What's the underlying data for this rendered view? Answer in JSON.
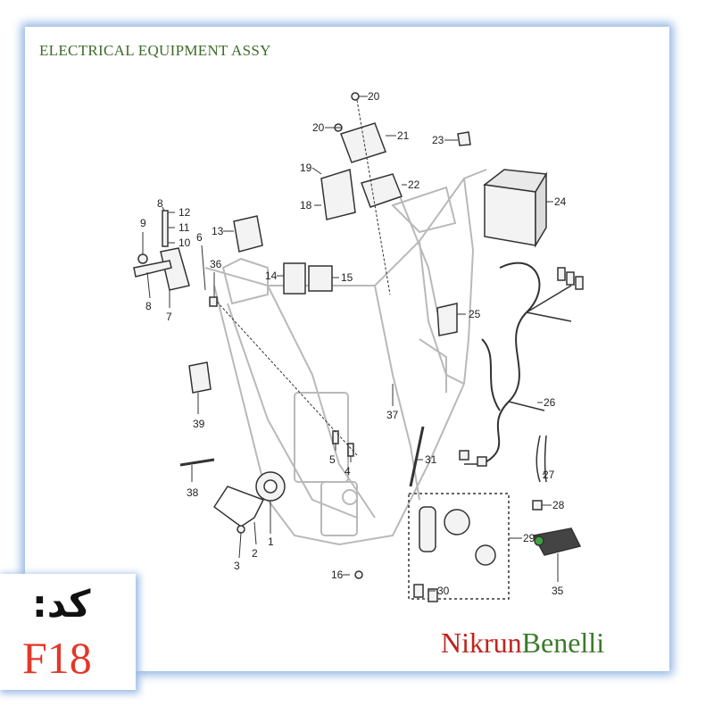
{
  "title": "ELECTRICAL EQUIPMENT ASSY",
  "code": {
    "label": "کد:",
    "value": "F18"
  },
  "brand": {
    "part1": "Nikrun",
    "part2": "Benelli"
  },
  "callouts": [
    "1",
    "2",
    "3",
    "4",
    "5",
    "6",
    "7",
    "8",
    "8",
    "9",
    "10",
    "11",
    "12",
    "13",
    "14",
    "15",
    "16",
    "18",
    "19",
    "20",
    "20",
    "21",
    "22",
    "23",
    "24",
    "25",
    "26",
    "27",
    "28",
    "29",
    "30",
    "31",
    "35",
    "36",
    "37",
    "38",
    "39"
  ],
  "colors": {
    "title": "#3e6b2a",
    "code_value": "#e2382a",
    "brand_red": "#c0231d",
    "brand_green": "#3a7a2b",
    "frame_shadow": "#8fb4e3"
  }
}
